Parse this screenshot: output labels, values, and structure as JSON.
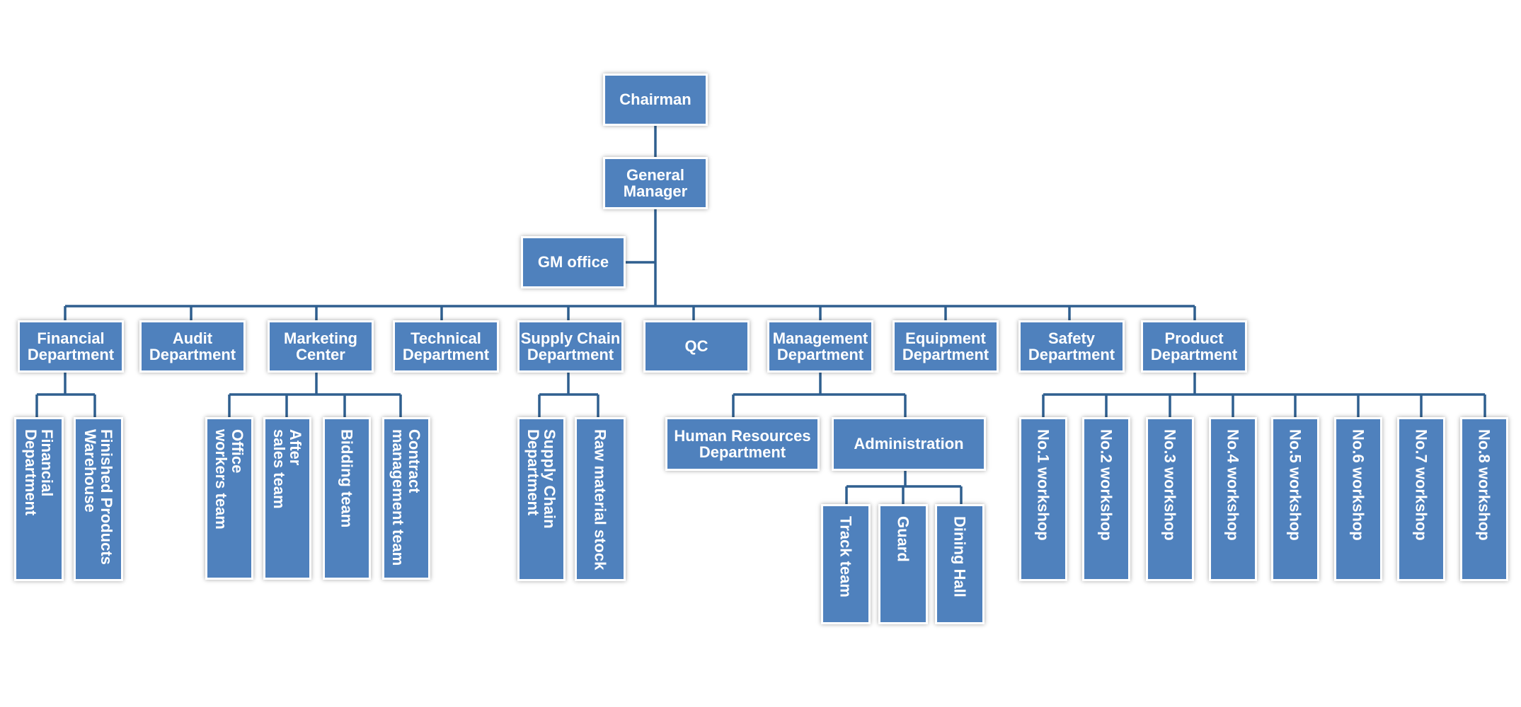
{
  "colors": {
    "box": "#4f81bd",
    "line": "#2f5f8f",
    "border": "#ffffff"
  },
  "nodes": {
    "chairman": "Chairman",
    "gm": "General\nManager",
    "gm_office": "GM office",
    "financial": "Financial\nDepartment",
    "audit": "Audit\nDepartment",
    "marketing": "Marketing\nCenter",
    "technical": "Technical\nDepartment",
    "supply": "Supply Chain\nDepartment",
    "qc": "QC",
    "management": "Management\nDepartment",
    "equipment": "Equipment\nDepartment",
    "safety": "Safety\nDepartment",
    "product": "Product\nDepartment",
    "fin_sub1": "Financial\nDepartment",
    "fin_sub2": "Finished Products\nWarehouse",
    "mkt_sub1": "Office\nworkers team",
    "mkt_sub2": "After\nsales team",
    "mkt_sub3": "Bidding team",
    "mkt_sub4": "Contract\nmanagement team",
    "sup_sub1": "Supply Chain\nDepartment",
    "sup_sub2": "Raw material stock",
    "hr": "Human Resources\nDepartment",
    "admin": "Administration",
    "track": "Track team",
    "guard": "Guard",
    "dining": "Dining Hall",
    "ws1": "No.1 workshop",
    "ws2": "No.2 workshop",
    "ws3": "No.3 workshop",
    "ws4": "No.4 workshop",
    "ws5": "No.5 workshop",
    "ws6": "No.6 workshop",
    "ws7": "No.7 workshop",
    "ws8": "No.8 workshop"
  }
}
